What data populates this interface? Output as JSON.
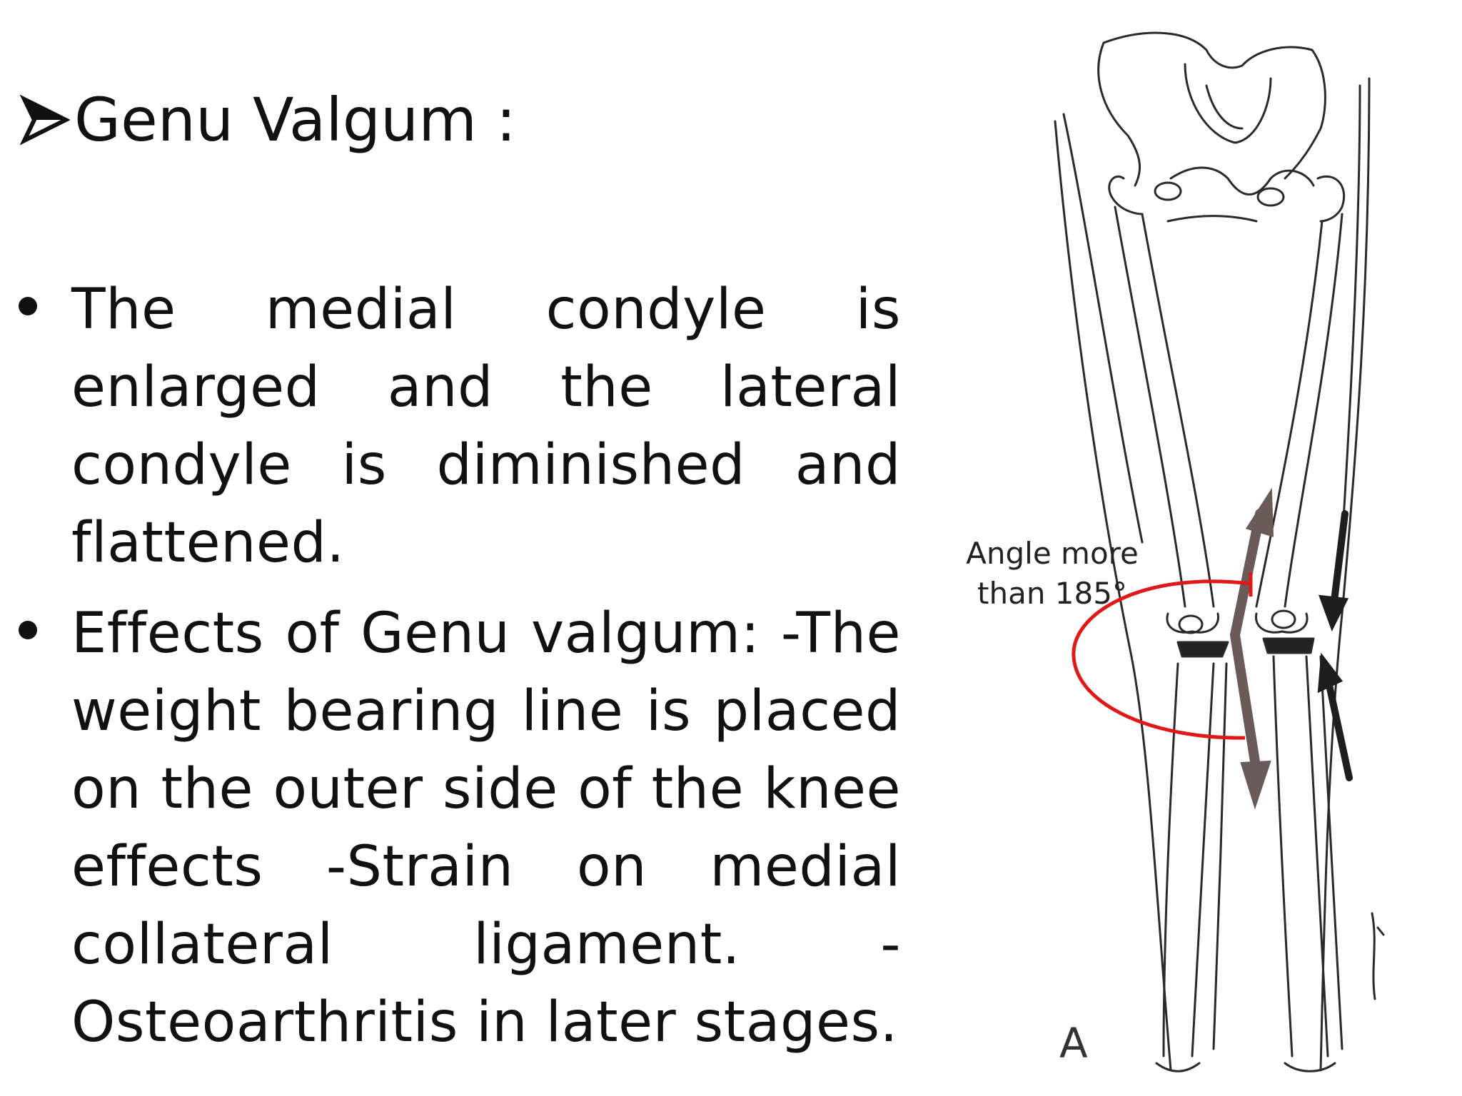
{
  "slide": {
    "heading": "Genu Valgum :",
    "bullets": [
      "The medial condyle is enlarged and the lateral condyle is diminished and flattened.",
      "Effects of Genu valgum: -The weight bearing line is placed on the outer side of the knee effects -Strain on medial collateral ligament. -Osteoarthritis in later stages."
    ]
  },
  "figure": {
    "angle_label": "Angle more than 185°",
    "panel_letter": "A",
    "annotation_color": "#e01818",
    "arrow_color": "#6b5a5a"
  }
}
